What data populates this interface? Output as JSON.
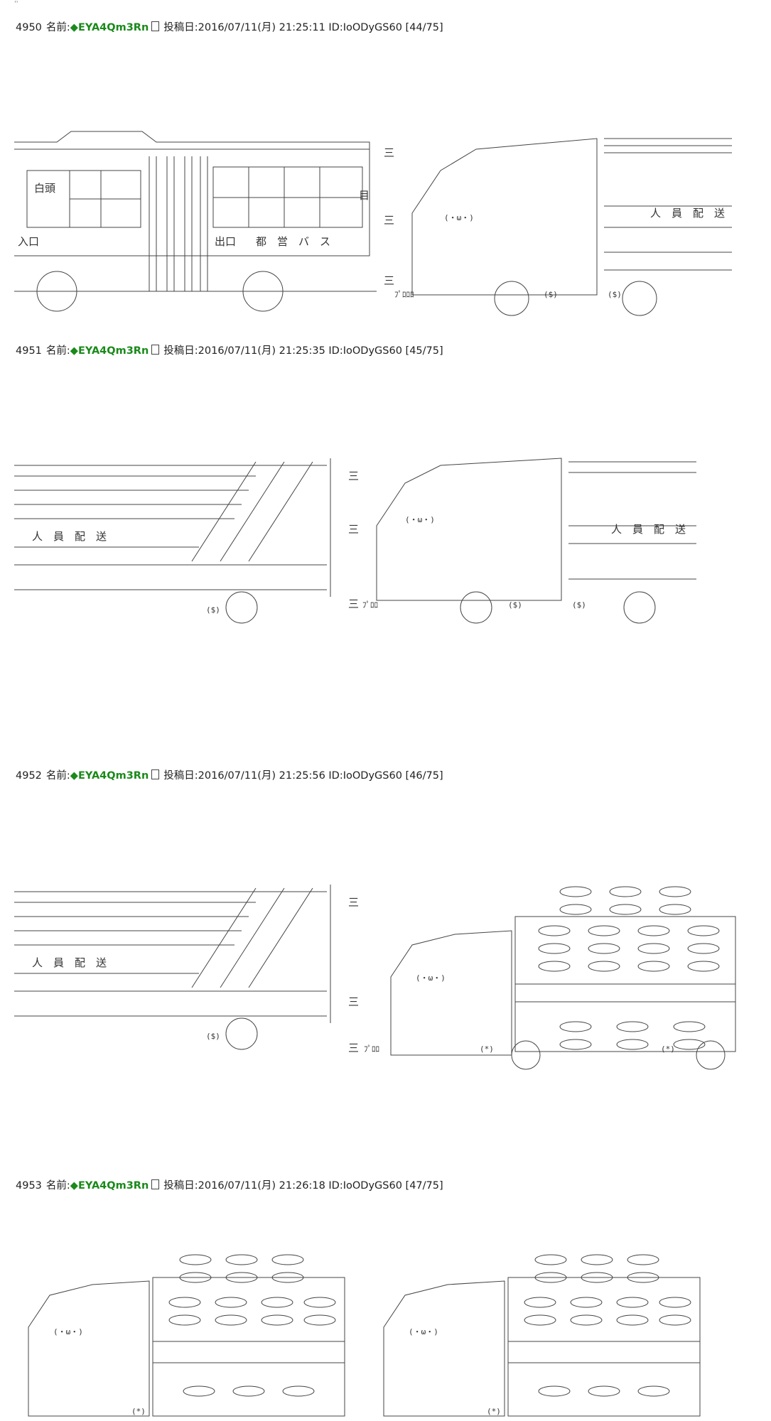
{
  "posts": [
    {
      "number": "4950",
      "name_label": "名前:",
      "trip": "◆EYA4Qm3Rn",
      "meta": "投稿日:2016/07/11(月) 21:25:11 ID:IoODyGS60 [44/75]"
    },
    {
      "number": "4951",
      "name_label": "名前:",
      "trip": "◆EYA4Qm3Rn",
      "meta": "投稿日:2016/07/11(月) 21:25:35 ID:IoODyGS60 [45/75]"
    },
    {
      "number": "4952",
      "name_label": "名前:",
      "trip": "◆EYA4Qm3Rn",
      "meta": "投稿日:2016/07/11(月) 21:25:56 ID:IoODyGS60 [46/75]"
    },
    {
      "number": "4953",
      "name_label": "名前:",
      "trip": "◆EYA4Qm3Rn",
      "meta": "投稿日:2016/07/11(月) 21:26:18 ID:IoODyGS60 [47/75]"
    }
  ],
  "art_text": {
    "hakuto": "白頭",
    "iriguchi": "入口",
    "deguchi": "出口",
    "toei_bus": "都　営　バ　ス",
    "me": "目",
    "sanji": "三",
    "jinin_haiso": "人　員　配　送",
    "face": "(・ω・)",
    "puuu": "ﾌﾟﾛﾛﾛ",
    "puu": "ﾌﾟﾛﾛ",
    "dollar": "($)",
    "star": "(*)"
  }
}
